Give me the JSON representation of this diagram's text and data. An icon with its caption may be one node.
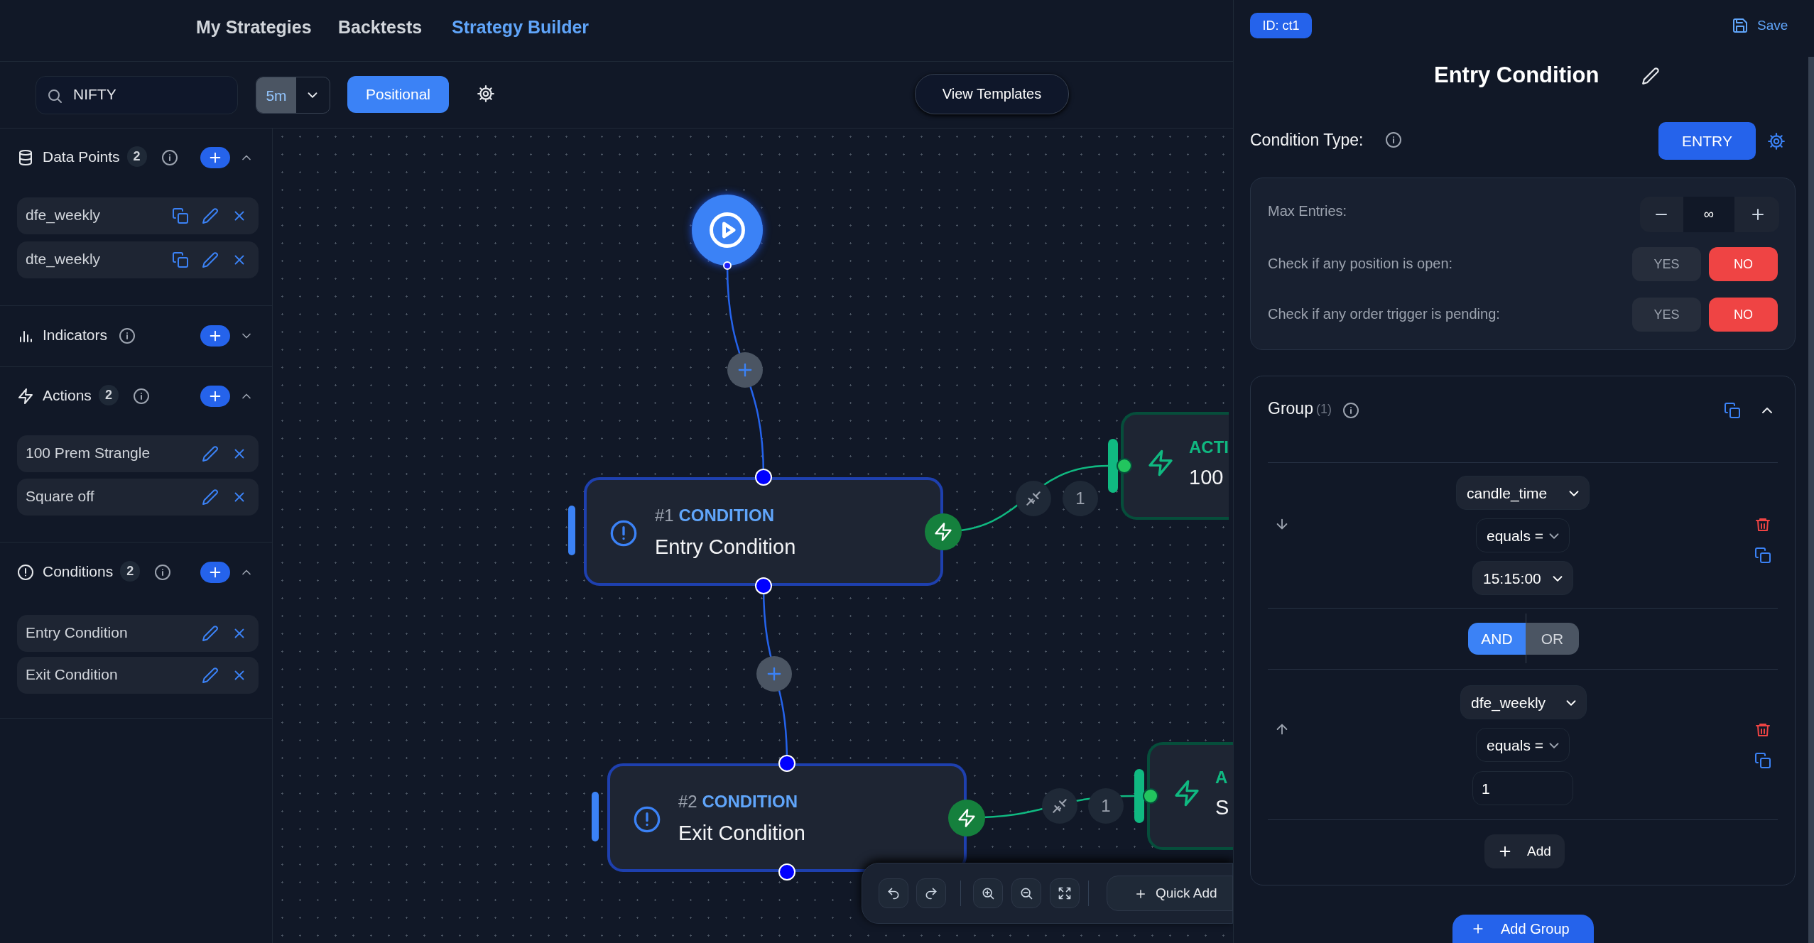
{
  "diagram": {
    "nodes": [
      {
        "text": [],
        "shape": "circle"
      },
      {
        "text": [
          "#1 **CONDITION**",
          "Entry Condition"
        ]
      },
      {
        "text": [
          "#2 **CONDITION**",
          "Exit Condition"
        ]
      },
      {
        "text": [
          "ACTI",
          "100"
        ]
      },
      {
        "text": [
          "A",
          "S"
        ]
      }
    ],
    "edges": [
      {
        "from": 0,
        "to": 1,
        "arrow": "none"
      },
      {
        "from": 1,
        "to": 2,
        "arrow": "none"
      },
      {
        "from": 1,
        "to": 3,
        "arrow": "none",
        "label": "1",
        "color": "#10b981"
      },
      {
        "from": 2,
        "to": 4,
        "arrow": "none",
        "label": "1",
        "color": "#10b981"
      }
    ],
    "labels": [
      "My Strategies",
      "Backtests",
      "Strategy Builder",
      "NIFTY",
      "5m",
      "Positional",
      "View Templates",
      "Data Points",
      "2",
      "dfe_weekly",
      "dte_weekly",
      "Indicators",
      "Actions",
      "2",
      "100 Prem Strangle",
      "Square off",
      "Conditions",
      "2",
      "Entry Condition",
      "Exit Condition",
      "Quick Add",
      "ID: ct1",
      "Save",
      "Entry Condition",
      "Condition Type:",
      "ENTRY",
      "Max Entries:",
      "∞",
      "Check if any position is open:",
      "YES",
      "NO",
      "Check if any order trigger is pending:",
      "YES",
      "NO",
      "Group",
      "(1)",
      "candle_time",
      "equals =",
      "15:15:00",
      "AND",
      "OR",
      "dfe_weekly",
      "equals =",
      "1",
      "Add",
      "Add Group"
    ]
  }
}
